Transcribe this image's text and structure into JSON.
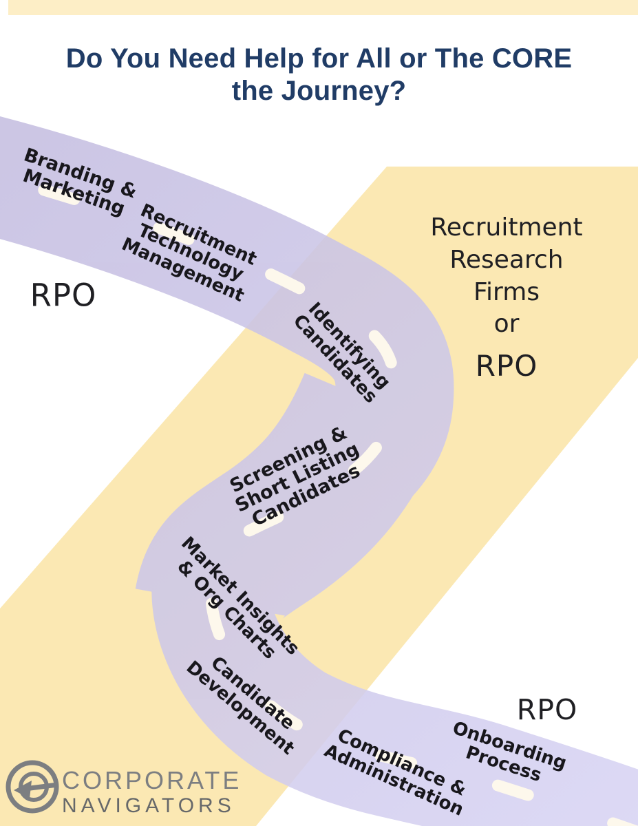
{
  "title": {
    "line1": "Do You Need Help for All or The CORE",
    "line2": "the Journey?"
  },
  "journey_steps": {
    "branding_marketing": "Branding &\nMarketing",
    "recruitment_technology": "Recruitment\nTechnology\nManagement",
    "identifying_candidates": "Identifying\nCandidates",
    "screening_shortlisting": "Screening &\nShort Listing\nCandidates",
    "market_insights": "Market Insights\n& Org Charts",
    "candidate_development": "Candidate\nDevelopment",
    "compliance_administration": "Compliance &\nAdministration",
    "onboarding_process": "Onboarding\nProcess"
  },
  "region_labels": {
    "rpo_left": "RPO",
    "research_firms": "Recruitment\nResearch\nFirms\nor",
    "rpo_right": "RPO",
    "rpo_bottom": "RPO"
  },
  "logo": {
    "line1": "CORPORATE",
    "line2": "NAVIGATORS"
  },
  "icons": {
    "logo_icon": "compass-arrow-left-icon"
  },
  "colors": {
    "road_gradient_start": "#c4bde0",
    "road_gradient_end": "#d7d3f3",
    "band_yellow": "#fbe8b3",
    "strip_yellow": "#fdeec6",
    "dash_cream": "#fdf8ec",
    "title_navy": "#203c66",
    "label_black": "#18171c",
    "logo_gray": "#7c7e81",
    "logo_gray_light": "#66686a"
  }
}
